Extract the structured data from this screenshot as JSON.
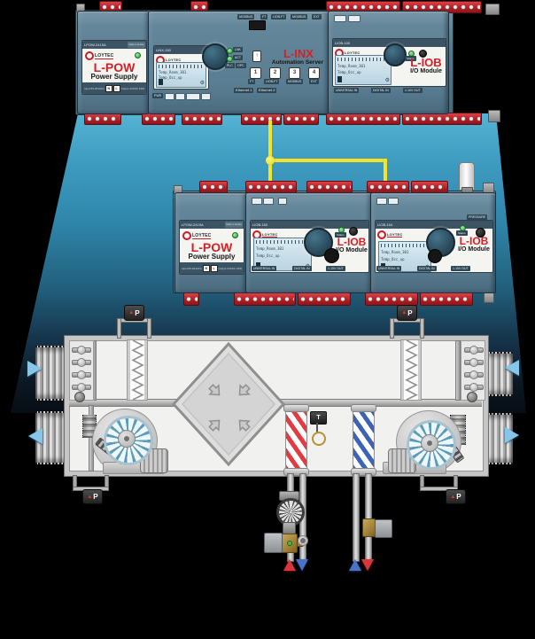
{
  "colors": {
    "brand_red": "#d42027",
    "beam_blue": "#3f9dc0",
    "terminal_red": "#c0252c",
    "cable_yellow": "#f1e431",
    "heating_red": "#e23b41",
    "cooling_blue": "#3c63b5",
    "led_green": "#3fae49"
  },
  "rails": {
    "top": {
      "devices": [
        {
          "model": "LPOW-2415A",
          "brand": "LOYTEC",
          "name": "L-POW",
          "kind": "Power Supply",
          "origin": "Made in Austria",
          "row1_left": "Input",
          "row1_right": "85-264VAC",
          "row2_left": "Output",
          "row2_right": "24VDC 15W",
          "t1": "N",
          "t2": "L"
        },
        {
          "model": "LINX-150",
          "brand": "LOYTEC",
          "name": "L-INX",
          "kind": "Automation Server",
          "pwr": "PWR",
          "top_labels": [
            "MODBUS",
            "FT",
            "LIOB-FT",
            "MODBUS",
            "EXT"
          ],
          "leds": [
            "LNK",
            "ACT",
            "PLC",
            "OPC"
          ],
          "ports": [
            "1",
            "2",
            "3",
            "4"
          ],
          "port_labels": [
            "FT",
            "LIOB-FT",
            "MODBUS",
            "EXT"
          ],
          "eth1": "Ethernet 1",
          "eth2": "Ethernet 2"
        },
        {
          "model": "LIOB-100",
          "brand": "LOYTEC",
          "name": "L-IOB",
          "kind": "I/O Module",
          "status": "Status",
          "lcd": [
            "Temp_Room_301",
            "Temp_Occ_up"
          ],
          "port_labels": [
            "UNIVERSAL IN",
            "DIGITAL IN",
            "1-10V OUT"
          ]
        }
      ]
    },
    "middle": {
      "devices": [
        {
          "model": "LPOW-2415A",
          "brand": "LOYTEC",
          "name": "L-POW",
          "kind": "Power Supply",
          "origin": "Made in Austria",
          "row1_left": "Input",
          "row1_right": "85-264VAC",
          "row2_left": "Output",
          "row2_right": "24VDC 15W",
          "t1": "N",
          "t2": "L"
        },
        {
          "model": "LIOB-150",
          "brand": "LOYTEC",
          "name": "L-IOB",
          "kind": "I/O Module",
          "status": "Status",
          "lcd": [
            "Temp_Room_301",
            "Temp_Occ_up"
          ],
          "port_labels": [
            "UNIVERSAL IN",
            "DIGITAL IN",
            "1-10V OUT"
          ]
        },
        {
          "model": "LIOB-154",
          "brand": "LOYTEC",
          "name": "L-IOB",
          "kind": "I/O Module",
          "status": "Status",
          "corner": "PRESSURE",
          "lcd": [
            "Temp_Room_301",
            "Temp_Occ_up"
          ],
          "port_labels": [
            "UNIVERSAL IN",
            "DIGITAL IN",
            "1-10V OUT"
          ]
        }
      ]
    }
  },
  "ahu": {
    "dp_delta": "▲",
    "dp_label": "P",
    "t_label": "T"
  }
}
